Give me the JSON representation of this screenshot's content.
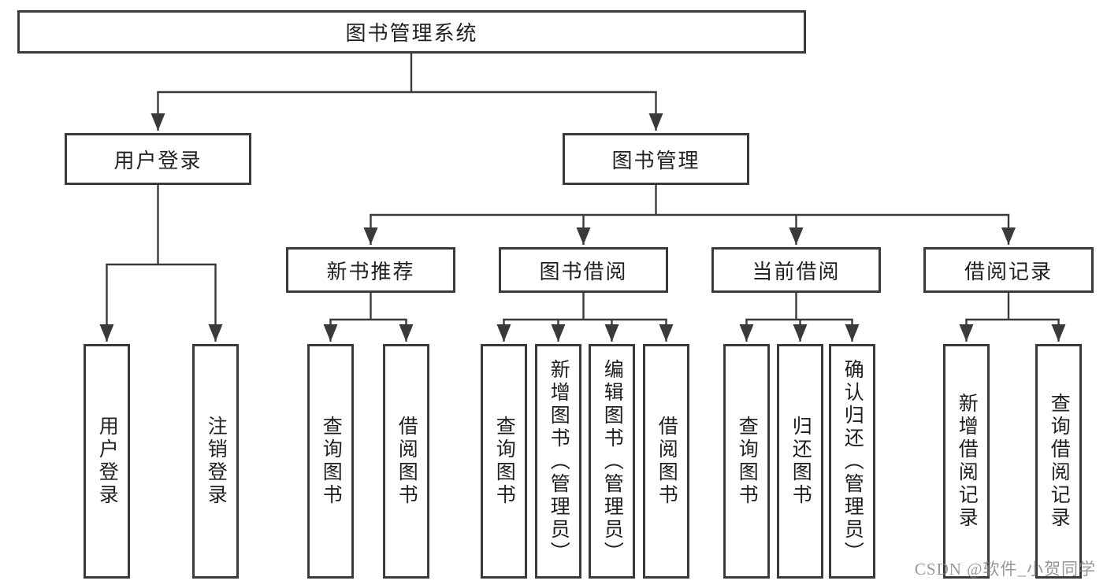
{
  "diagram_title": "图书管理系统",
  "tree": {
    "label": "图书管理系统",
    "children": [
      {
        "label": "用户登录",
        "children": [
          {
            "label": "用户登录"
          },
          {
            "label": "注销登录"
          }
        ]
      },
      {
        "label": "图书管理",
        "children": [
          {
            "label": "新书推荐",
            "children": [
              {
                "label": "查询图书"
              },
              {
                "label": "借阅图书"
              }
            ]
          },
          {
            "label": "图书借阅",
            "children": [
              {
                "label": "查询图书"
              },
              {
                "label": "新增图书（管理员）"
              },
              {
                "label": "编辑图书（管理员）"
              },
              {
                "label": "借阅图书"
              }
            ]
          },
          {
            "label": "当前借阅",
            "children": [
              {
                "label": "查询图书"
              },
              {
                "label": "归还图书"
              },
              {
                "label": "确认归还（管理员）"
              }
            ]
          },
          {
            "label": "借阅记录",
            "children": [
              {
                "label": "新增借阅记录"
              },
              {
                "label": "查询借阅记录"
              }
            ]
          }
        ]
      }
    ]
  },
  "watermark": {
    "text": "CSDN @软件_小贺同学"
  },
  "colors": {
    "background": "#ffffff",
    "box_border": "#3a3a3a",
    "connector": "#3a3a3a",
    "text": "#1f1f1f",
    "watermark": "#808080"
  }
}
